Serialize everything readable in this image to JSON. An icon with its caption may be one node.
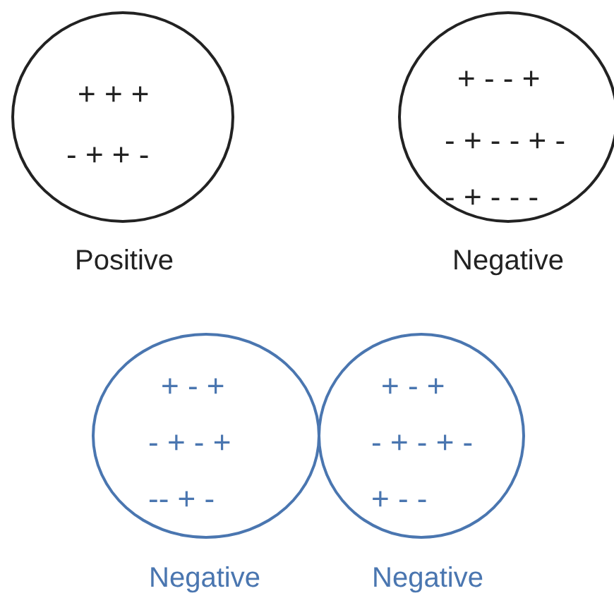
{
  "diagram": {
    "nodes": [
      {
        "text": [
          "+ + +",
          "- + + -"
        ],
        "beside": [
          "Positive"
        ]
      },
      {
        "text": [
          "+ - - +",
          "- + - - + -",
          "- + - - -"
        ],
        "beside": [
          "Negative"
        ]
      },
      {
        "text": [
          "+ - +",
          "- + - +",
          "-- + -"
        ],
        "beside": [
          "Negative"
        ]
      },
      {
        "text": [
          "+ - +",
          "- + - + -",
          "+ - -"
        ],
        "beside": [
          "Negative"
        ]
      }
    ]
  }
}
